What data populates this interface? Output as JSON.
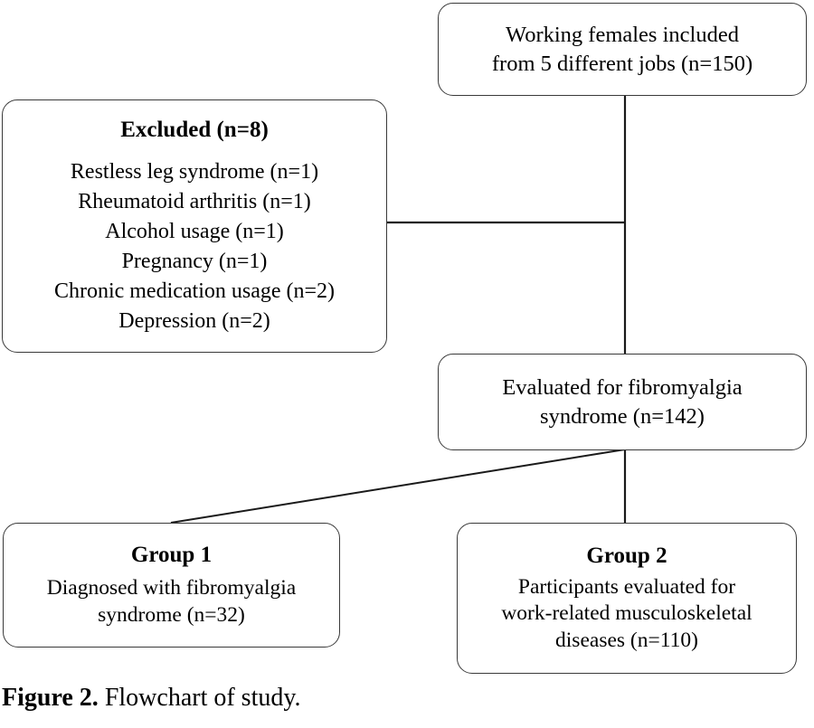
{
  "figure": {
    "caption_label": "Figure 2.",
    "caption_text": "Flowchart of study."
  },
  "flowchart": {
    "type": "flowchart",
    "orientation": "top-to-bottom",
    "nodes": [
      {
        "id": "enrolled",
        "title": "",
        "lines": [
          "Working females included",
          "from 5 different jobs (n=150)"
        ],
        "n": 150
      },
      {
        "id": "excluded",
        "title": "Excluded (n=8)",
        "n": 8,
        "reasons": [
          "Restless leg syndrome (n=1)",
          "Rheumatoid arthritis (n=1)",
          "Alcohol usage (n=1)",
          "Pregnancy (n=1)",
          "Chronic medication usage (n=2)",
          "Depression (n=2)"
        ]
      },
      {
        "id": "evaluated",
        "title": "",
        "lines": [
          "Evaluated for fibromyalgia",
          "syndrome (n=142)"
        ],
        "n": 142
      },
      {
        "id": "group1",
        "title": "Group 1",
        "lines": [
          "Diagnosed with fibromyalgia",
          "syndrome (n=32)"
        ],
        "n": 32
      },
      {
        "id": "group2",
        "title": "Group 2",
        "lines": [
          "Participants evaluated for",
          "work-related musculoskeletal",
          "diseases (n=110)"
        ],
        "n": 110
      }
    ],
    "edges": [
      {
        "from": "enrolled",
        "to": "excluded"
      },
      {
        "from": "enrolled",
        "to": "evaluated"
      },
      {
        "from": "evaluated",
        "to": "group1"
      },
      {
        "from": "evaluated",
        "to": "group2"
      }
    ],
    "colors": {
      "box_border": "#3a3a3a",
      "connector": "#1a1a1a",
      "background": "#ffffff",
      "text": "#000000"
    }
  }
}
